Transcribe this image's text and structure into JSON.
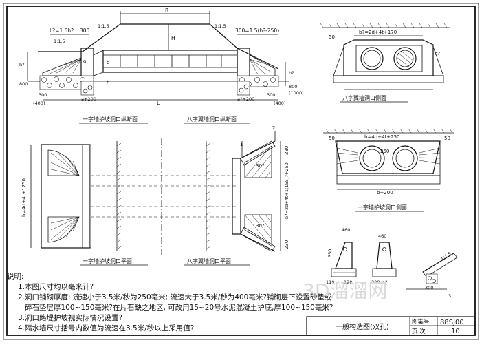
{
  "sections": {
    "s1": "一字墙护坡洞口纵断面",
    "s2": "八字翼墙洞口纵断面",
    "s3": "八字翼墙洞口侧面",
    "s4": "一字墙护坡洞口平面",
    "s5": "八字翼墙洞口平面",
    "s6": "一字墙护坡洞口侧面"
  },
  "dims": {
    "B": "B",
    "H": "H",
    "L": "L",
    "L2": "L?=1.5h?",
    "d300a": "300",
    "d300b": "300",
    "slope1": "1:1.5",
    "slope2": "1:1.5",
    "slope3": "1:1.5",
    "slope4": "1:1.5",
    "r300": "300=1.5(h?-250)",
    "h2a": "h?",
    "h2b": "h?",
    "d800a": "800",
    "d800b": "800",
    "d1000": "(1000)",
    "d300c": "300",
    "d300d": "300",
    "d400a": "(400)",
    "d400b": "(400)",
    "a200a": "a+200",
    "a200b": "a?+200",
    "a_lbl": "a",
    "d_lbl": "d",
    "h_lbl": "h",
    "bw1": "b?=2d+4t+170",
    "bw2": "b=4d+4t+250",
    "bw3": "b+200",
    "v1250": "b=4d+4t+1250",
    "v2250": "b?=2d+4t+1(155)?+250",
    "d50a": "50",
    "d50b": "50",
    "d50c": "50",
    "d250": "250",
    "d230a": "230",
    "d230b": "230",
    "deg1": "30?",
    "deg2": "30?",
    "mark1": "1",
    "mark2": "2",
    "d460a": "460",
    "d460b": "460",
    "d120": "120",
    "d110": "110",
    "d300e": "300",
    "d350": "350",
    "d300f": "300",
    "d580": "1:1.5",
    "a2": "a?",
    "mark3": "3"
  },
  "notes": {
    "heading": "说明:",
    "n1": "1.本图尺寸均以毫米计?",
    "n2": "2.洞口铺砌厚度: 流速小于3.5米/秒为250毫米; 流速大于3.5米/秒为400毫米?铺砌层下设置砂垫或",
    "n2b": "碎石垫层厚100~150毫米?在片石缺之地区, 可改用15~20号水泥混凝土护底,厚100~150毫米?",
    "n3": "3.洞口路堤护坡视实际情况设置?",
    "n4": "4.隔水墙尺寸括号内数值为流速在3.5米/秒以上采用值?"
  },
  "title_block": {
    "title": "一般构造图(双孔)",
    "atlas_label": "图集号",
    "atlas_no": "88SJ00",
    "page_label": "页 次",
    "page_no": "10"
  },
  "watermark": "3D溜溜网"
}
